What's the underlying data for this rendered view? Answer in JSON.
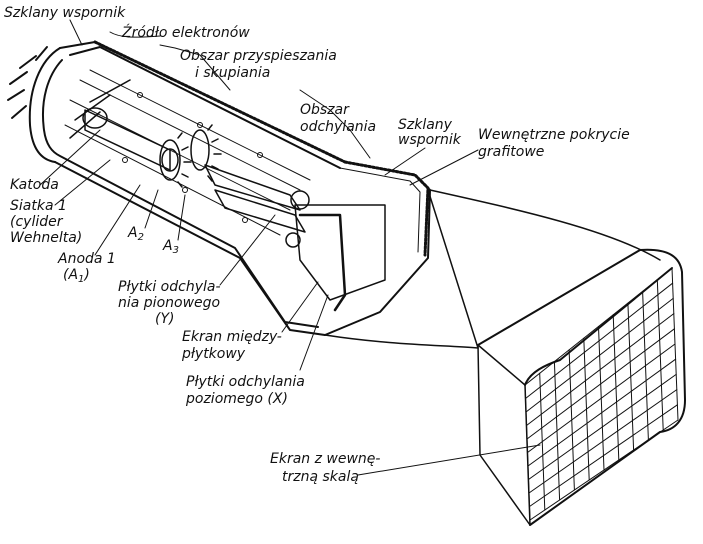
{
  "labels": {
    "szklany_wspornik_top": "Szklany wspornik",
    "zrodlo": "Źródło elektronów",
    "obszar_przysp_1": "Obszar przyspieszania",
    "obszar_przysp_2": "i skupiania",
    "obszar_odch_1": "Obszar",
    "obszar_odch_2": "odchylania",
    "szklany_wspornik_2a": "Szklany",
    "szklany_wspornik_2b": "wspornik",
    "pokrycie_1": "Wewnętrzne pokrycie",
    "pokrycie_2": "grafitowe",
    "katoda": "Katoda",
    "siatka_1": "Siatka 1",
    "siatka_2": "(cylider",
    "siatka_3": "Wehnelta)",
    "anoda_1": "Anoda 1",
    "anoda_2_open": "(A",
    "anoda_2_sub": "1",
    "anoda_2_close": ")",
    "a2": "A",
    "a2_sub": "2",
    "a3": "A",
    "a3_sub": "3",
    "plytki_y_1": "Płytki odchyla-",
    "plytki_y_2": "nia pionowego",
    "plytki_y_3": "(Y)",
    "ekran_mp_1": "Ekran między-",
    "ekran_mp_2": "płytkowy",
    "plytki_x_1": "Płytki odchylania",
    "plytki_x_2": "poziomego (X)",
    "ekran_skala_1": "Ekran z wewnę-",
    "ekran_skala_2": "trzną skalą"
  }
}
